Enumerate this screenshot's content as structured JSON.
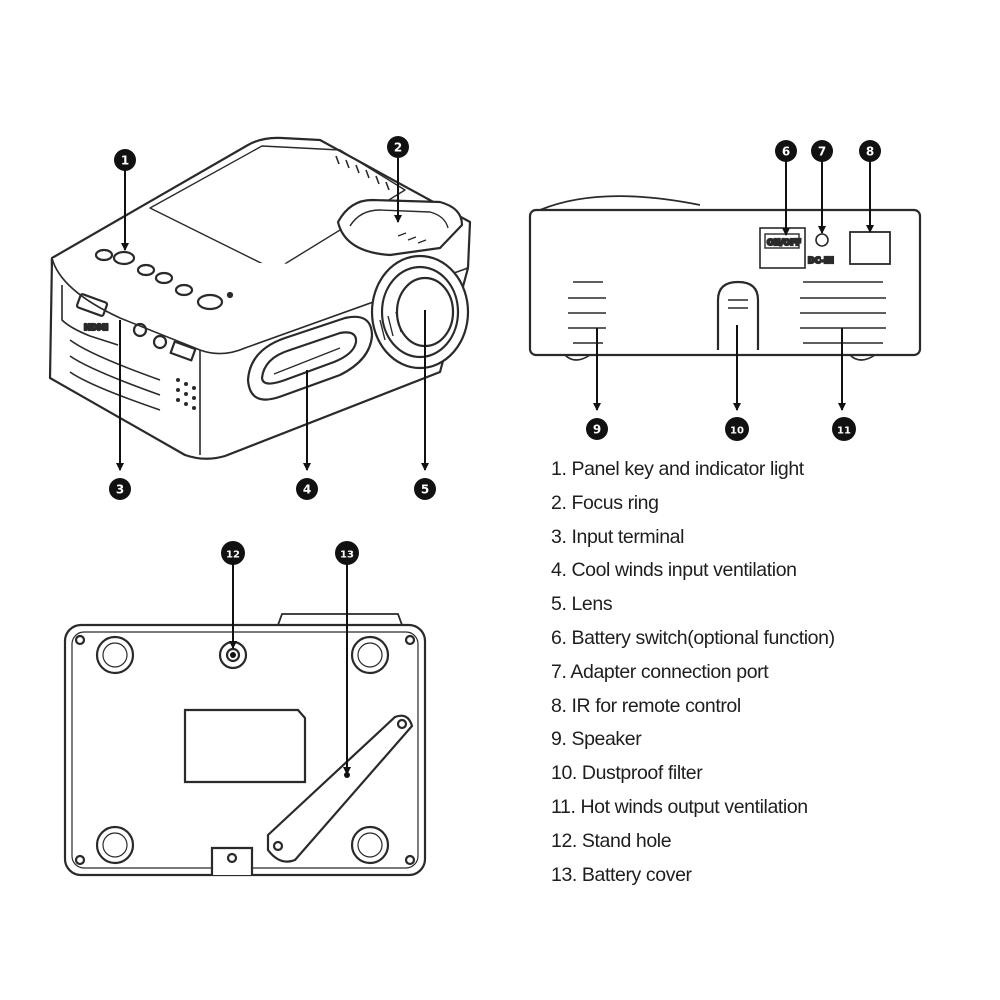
{
  "callouts": [
    "1",
    "2",
    "3",
    "4",
    "5",
    "6",
    "7",
    "8",
    "9",
    "10",
    "11",
    "12",
    "13"
  ],
  "device_labels": {
    "switch": "ON/OFF",
    "dc_in": "DC-IN",
    "hdmi": "HDMI"
  },
  "legend": [
    "1. Panel key and indicator light",
    "2. Focus ring",
    "3. Input terminal",
    "4. Cool winds input ventilation",
    "5. Lens",
    "6. Battery switch(optional function)",
    "7. Adapter connection port",
    "8. IR for remote control",
    "9. Speaker",
    "10. Dustproof filter",
    "11. Hot winds output ventilation",
    "12. Stand hole",
    "13. Battery cover"
  ]
}
